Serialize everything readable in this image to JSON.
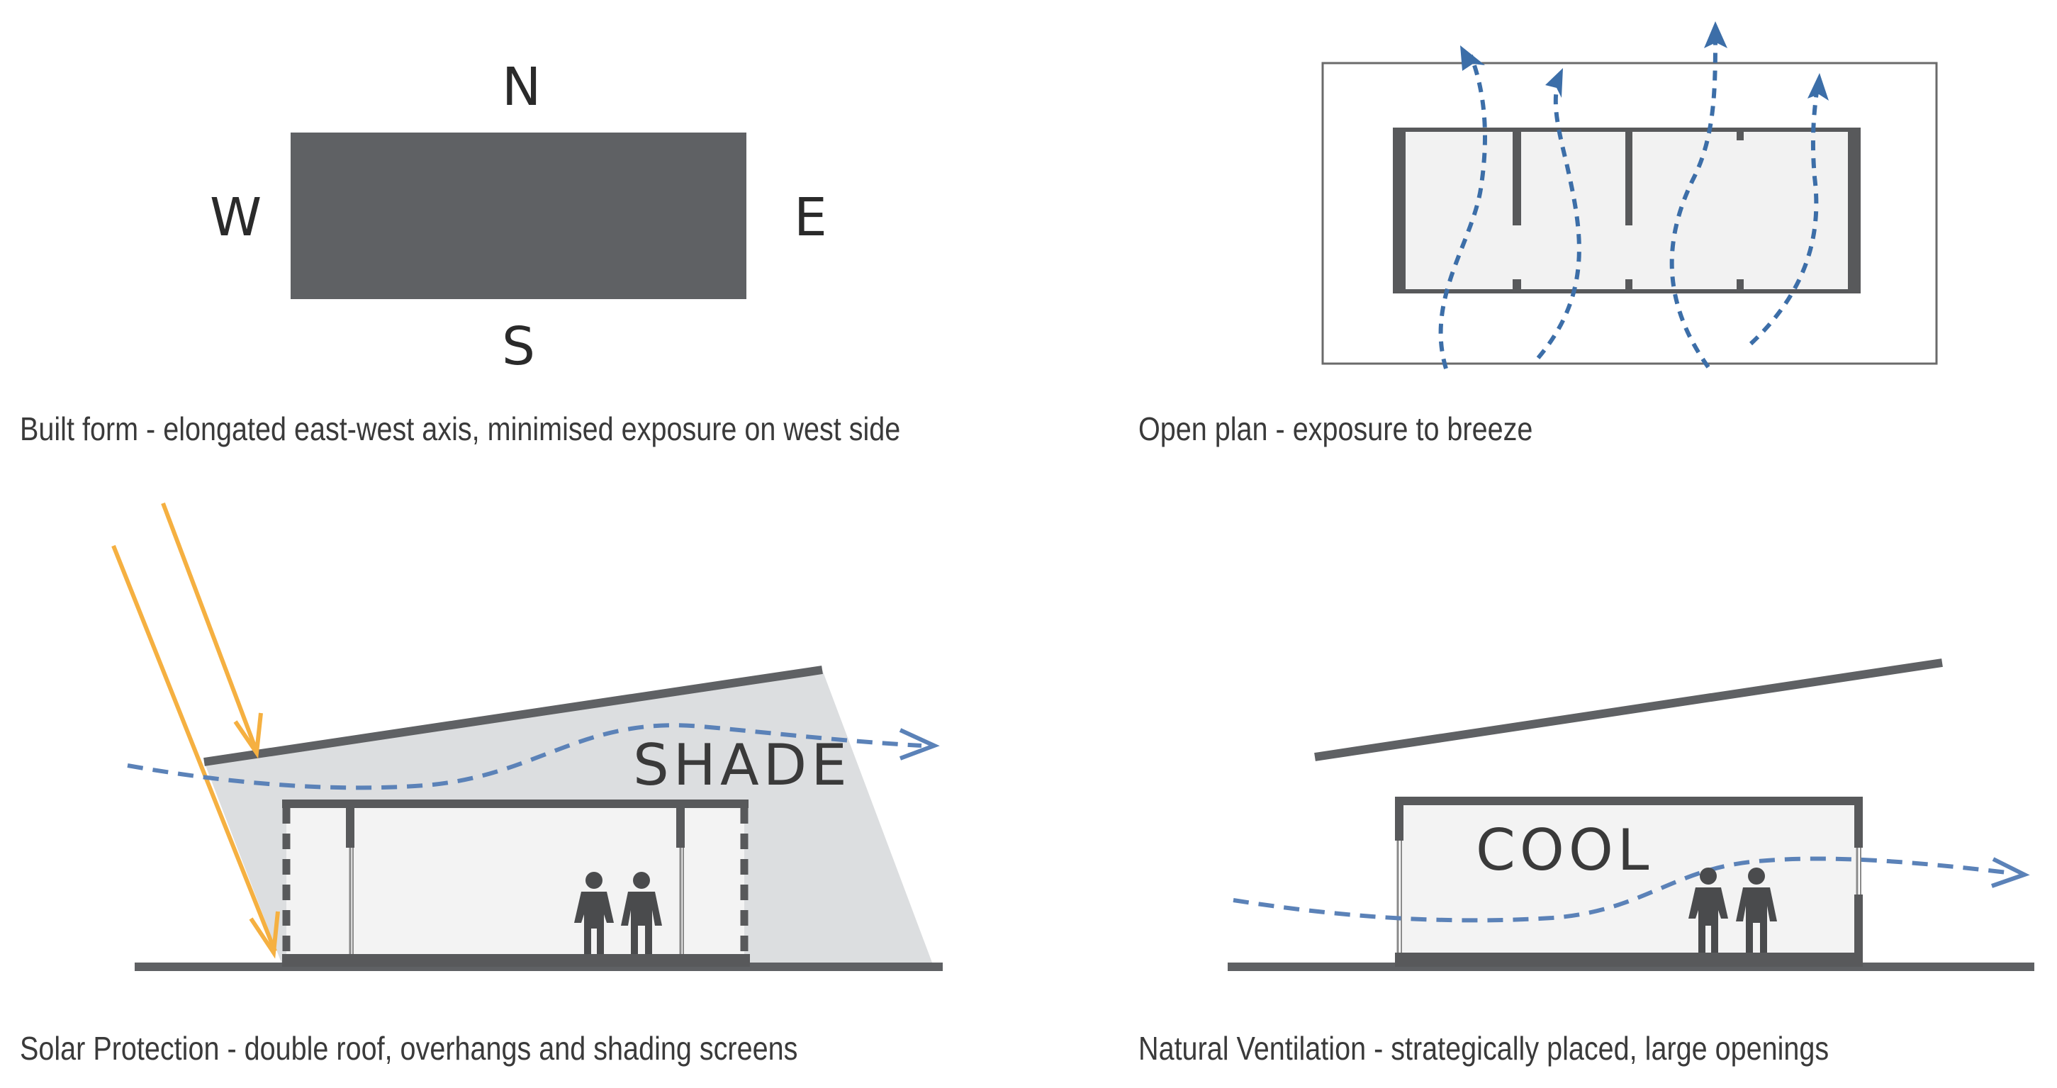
{
  "panels": {
    "built_form": {
      "caption": "Built form - elongated east-west axis, minimised exposure on west side",
      "compass": {
        "north": "N",
        "south": "S",
        "east": "E",
        "west": "W"
      }
    },
    "open_plan": {
      "caption": "Open plan - exposure to breeze"
    },
    "solar_protection": {
      "caption": "Solar Protection - double roof, overhangs and shading screens",
      "label": "SHADE"
    },
    "natural_ventilation": {
      "caption": "Natural Ventilation - strategically placed, large openings",
      "label": "COOL"
    }
  },
  "colors": {
    "building": "#5f6164",
    "wall": "#58595b",
    "interior": "#f3f3f3",
    "shade": "#dcdee0",
    "sun_ray": "#f5b041",
    "airflow": "#3c6ea8",
    "text": "#3a3a3a"
  },
  "icons": [
    "person-icon",
    "sun-ray-arrow",
    "airflow-arrow"
  ]
}
